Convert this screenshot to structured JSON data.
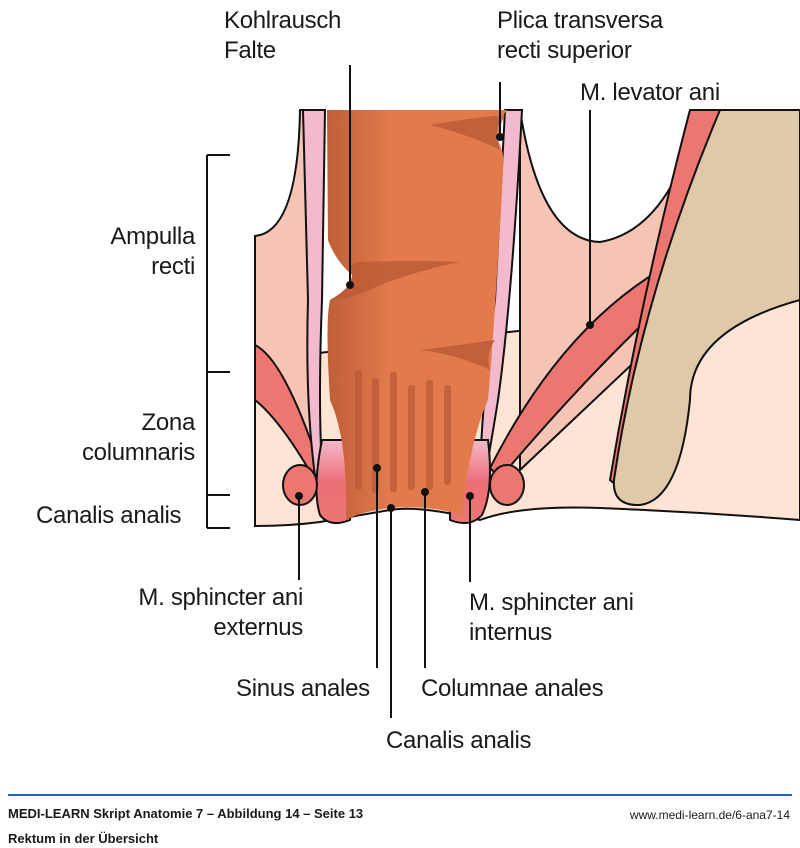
{
  "labels": {
    "kohlrausch": [
      "Kohlrausch",
      "Falte"
    ],
    "plica": [
      "Plica transversa",
      "recti superior"
    ],
    "levator": "M. levator ani",
    "ampulla": [
      "Ampulla",
      "recti"
    ],
    "zona": [
      "Zona",
      "columnaris"
    ],
    "canalis_left": "Canalis analis",
    "sphincter_externus": [
      "M. sphincter ani",
      "externus"
    ],
    "sphincter_internus": [
      "M. sphincter ani",
      "internus"
    ],
    "sinus": "Sinus anales",
    "columnae": "Columnae anales",
    "canalis_bottom": "Canalis analis"
  },
  "footer": {
    "title": "MEDI-LEARN Skript Anatomie 7 – Abbildung 14 – Seite 13",
    "subtitle": "Rektum in der Übersicht",
    "url": "www.medi-learn.de/6-ana7-14"
  },
  "colors": {
    "mucosa": "#e27a4c",
    "mucosa_dark": "#b95a36",
    "tissue": "#f6c4b4",
    "fat": "#fde4d4",
    "muscle": "#ec7670",
    "submucosa": "#f3bacb",
    "bone": "#dfc9a9",
    "rule": "#2a63b0"
  }
}
